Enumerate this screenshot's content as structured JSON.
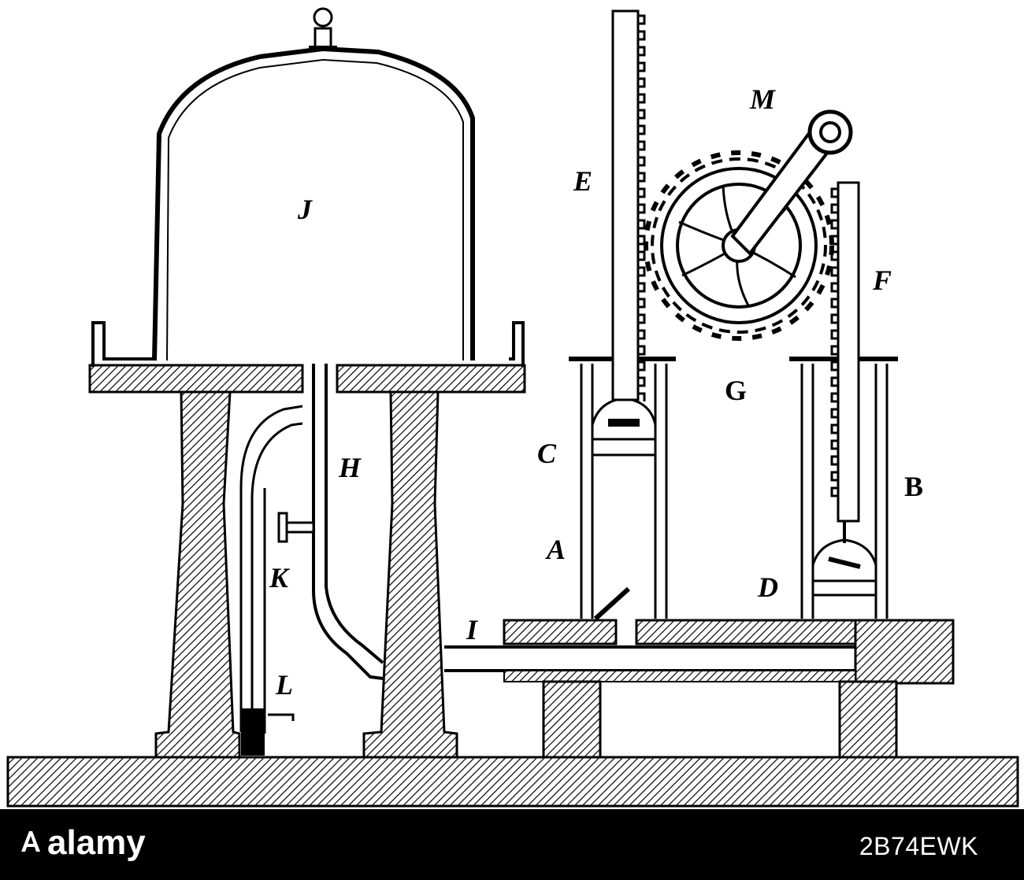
{
  "diagram": {
    "labels": {
      "J": "J",
      "M": "M",
      "E": "E",
      "F": "F",
      "G": "G",
      "C": "C",
      "H": "H",
      "B": "B",
      "A": "A",
      "K": "K",
      "D": "D",
      "I": "I",
      "L": "L"
    }
  },
  "footer": {
    "brand": "alamy",
    "stock_id": "2B74EWK"
  },
  "colors": {
    "ink": "#000000",
    "paper": "#ffffff",
    "footer_bg": "#000000",
    "footer_text": "#ffffff"
  }
}
